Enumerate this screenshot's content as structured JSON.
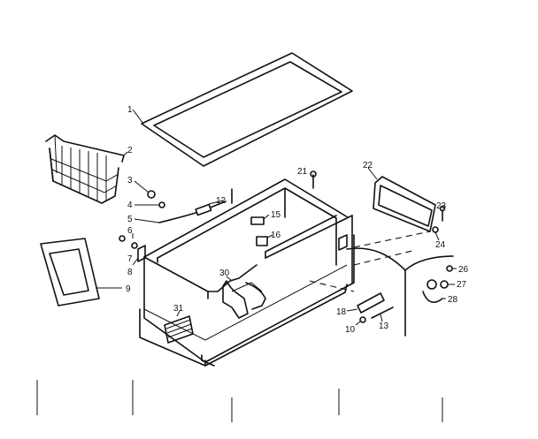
{
  "callouts": {
    "c1": "1",
    "c2": "2",
    "c3": "3",
    "c4": "4",
    "c5": "5",
    "c6": "6",
    "c7": "7",
    "c8": "8",
    "c9": "9",
    "c10": "10",
    "c12": "12",
    "c13": "13",
    "c15": "15",
    "c16": "16",
    "c18": "18",
    "c21": "21",
    "c22": "22",
    "c23": "23",
    "c24": "24",
    "c26": "26",
    "c27": "27",
    "c28": "28",
    "c30": "30",
    "c31": "31"
  }
}
